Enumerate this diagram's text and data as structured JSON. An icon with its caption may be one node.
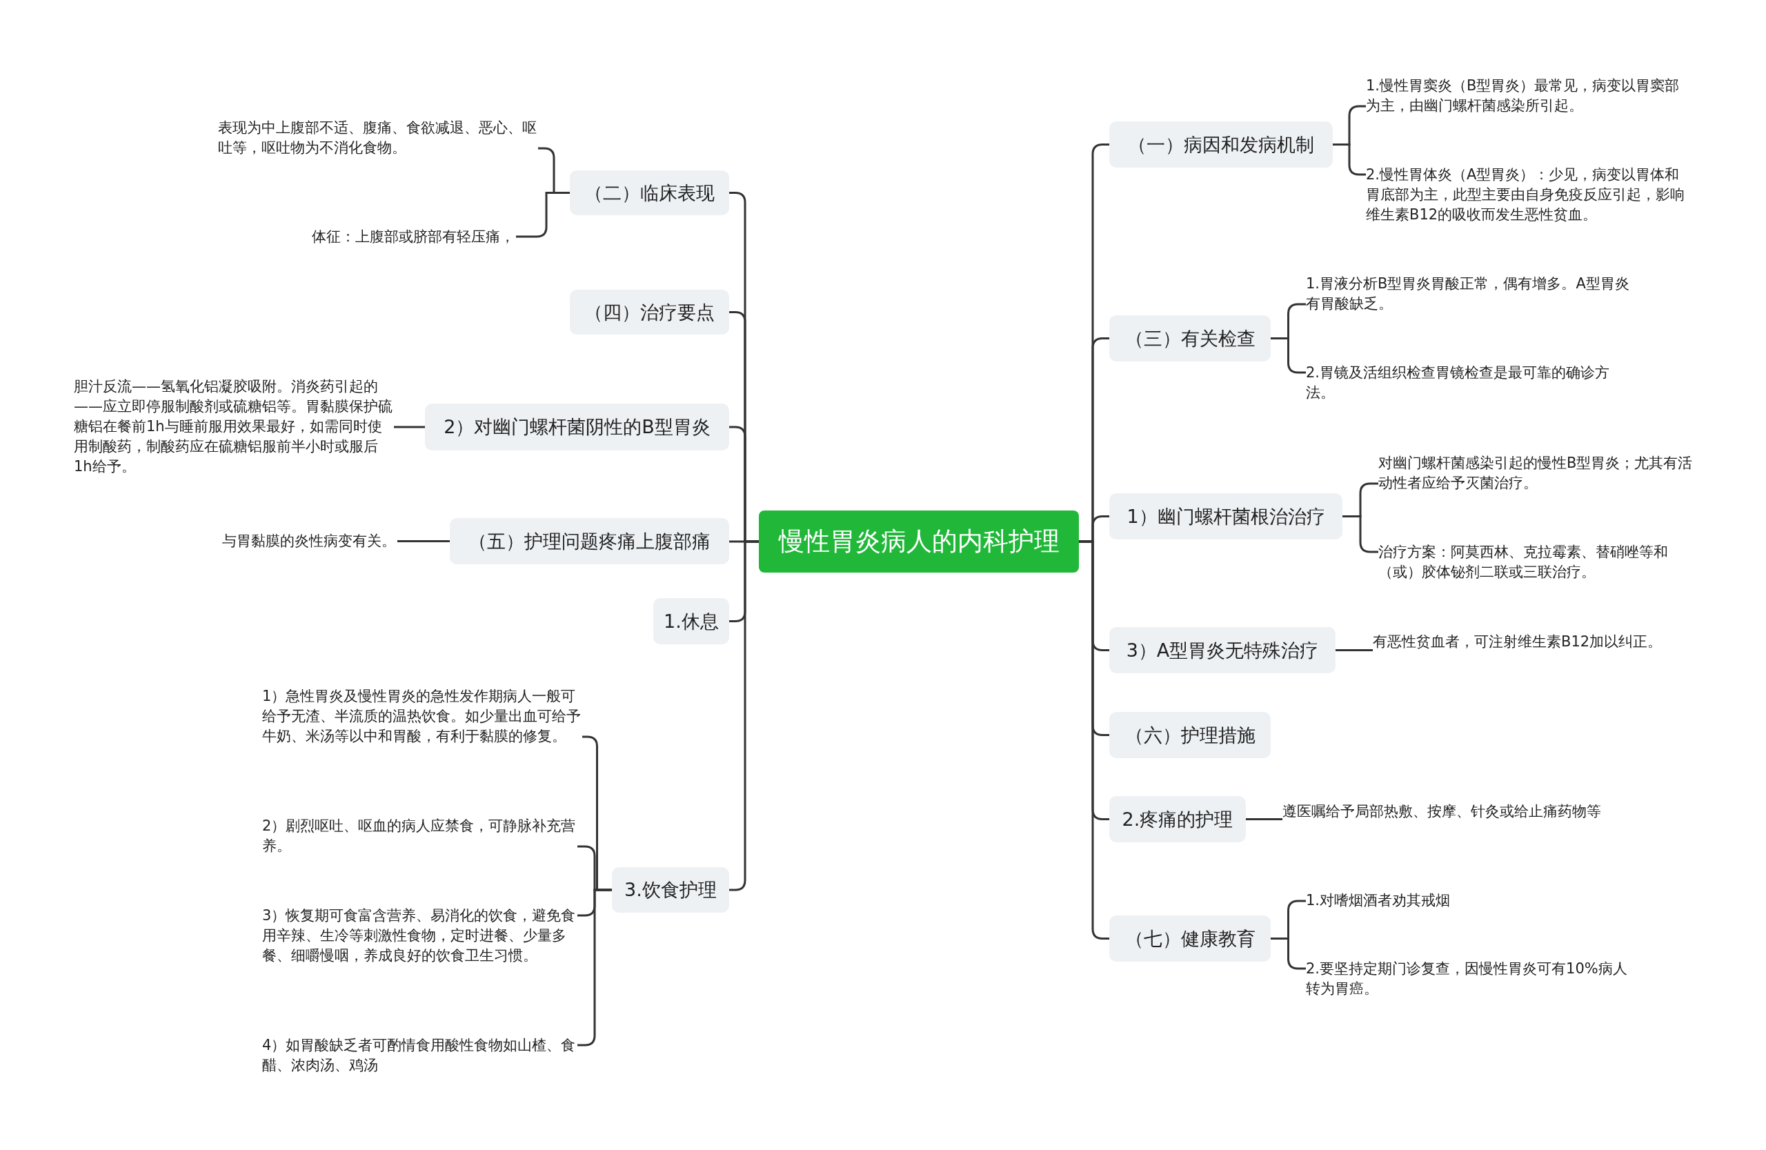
{
  "diagram": {
    "nodes": [
      {
        "text": [
          "慢性胃炎病人的内科护理"
        ]
      },
      {
        "text": [
          "（二）临床表现"
        ]
      },
      {
        "text": [
          "（四）治疗要点"
        ]
      },
      {
        "text": [
          "2）对幽门螺杆菌阴性的B型胃炎"
        ]
      },
      {
        "text": [
          "（五）护理问题疼痛上腹部痛"
        ]
      },
      {
        "text": [
          "1.休息"
        ]
      },
      {
        "text": [
          "3.饮食护理"
        ]
      },
      {
        "text": [
          "（一）病因和发病机制"
        ]
      },
      {
        "text": [
          "（三）有关检查"
        ]
      },
      {
        "text": [
          "1）幽门螺杆菌根治治疗"
        ]
      },
      {
        "text": [
          "3）A型胃炎无特殊治疗"
        ]
      },
      {
        "text": [
          "（六）护理措施"
        ]
      },
      {
        "text": [
          "2.疼痛的护理"
        ]
      },
      {
        "text": [
          "（七）健康教育"
        ]
      },
      {
        "text": [
          "表现为中上腹部不适、腹痛、食欲减退、恶心、呕吐等，呕吐物为不消化食物。"
        ]
      },
      {
        "text": [
          "体征：上腹部或脐部有轻压痛，"
        ]
      },
      {
        "text": [
          "胆汁反流——氢氧化铝凝胶吸附。消炎药引起的——应立即停服制酸剂或硫糖铝等。胃黏膜保护硫糖铝在餐前1h与睡前服用效果最好，如需同时使用制酸药，制酸药应在硫糖铝服前半小时或服后1h给予。"
        ]
      },
      {
        "text": [
          "与胃黏膜的炎性病变有关。"
        ]
      },
      {
        "text": [
          "1）急性胃炎及慢性胃炎的急性发作期病人一般可给予无渣、半流质的温热饮食。如少量出血可给予牛奶、米汤等以中和胃酸，有利于黏膜的修复。"
        ]
      },
      {
        "text": [
          "2）剧烈呕吐、呕血的病人应禁食，可静脉补充营养。"
        ]
      },
      {
        "text": [
          "3）恢复期可食富含营养、易消化的饮食，避免食用辛辣、生冷等刺激性食物，定时进餐、少量多餐、细嚼慢咽，养成良好的饮食卫生习惯。"
        ]
      },
      {
        "text": [
          "4）如胃酸缺乏者可酌情食用酸性食物如山楂、食醋、浓肉汤、鸡汤"
        ]
      },
      {
        "text": [
          "1.慢性胃窦炎（B型胃炎）最常见，病变以胃窦部为主，由幽门螺杆菌感染所引起。"
        ]
      },
      {
        "text": [
          "2.慢性胃体炎（A型胃炎）：少见，病变以胃体和胃底部为主，此型主要由自身免疫反应引起，影响维生素B12的吸收而发生恶性贫血。"
        ]
      },
      {
        "text": [
          "1.胃液分析B型胃炎胃酸正常，偶有增多。A型胃炎有胃酸缺乏。"
        ]
      },
      {
        "text": [
          "2.胃镜及活组织检查胃镜检查是最可靠的确诊方法。"
        ]
      },
      {
        "text": [
          "对幽门螺杆菌感染引起的慢性B型胃炎；尤其有活动性者应给予灭菌治疗。"
        ]
      },
      {
        "text": [
          "治疗方案：阿莫西林、克拉霉素、替硝唑等和（或）胶体铋剂二联或三联治疗。"
        ]
      },
      {
        "text": [
          "有恶性贫血者，可注射维生素B12加以纠正。"
        ]
      },
      {
        "text": [
          "遵医嘱给予局部热敷、按摩、针灸或给止痛药物等"
        ]
      },
      {
        "text": [
          "1.对嗜烟酒者劝其戒烟"
        ]
      },
      {
        "text": [
          "2.要坚持定期门诊复查，因慢性胃炎可有10%病人转为胃癌。"
        ]
      }
    ],
    "edges": [
      {
        "from": 0,
        "to": 1,
        "arrow": "none"
      },
      {
        "from": 0,
        "to": 2,
        "arrow": "none"
      },
      {
        "from": 0,
        "to": 3,
        "arrow": "none"
      },
      {
        "from": 0,
        "to": 4,
        "arrow": "none"
      },
      {
        "from": 0,
        "to": 5,
        "arrow": "none"
      },
      {
        "from": 0,
        "to": 6,
        "arrow": "none"
      },
      {
        "from": 0,
        "to": 7,
        "arrow": "none"
      },
      {
        "from": 0,
        "to": 8,
        "arrow": "none"
      },
      {
        "from": 0,
        "to": 9,
        "arrow": "none"
      },
      {
        "from": 0,
        "to": 10,
        "arrow": "none"
      },
      {
        "from": 0,
        "to": 11,
        "arrow": "none"
      },
      {
        "from": 0,
        "to": 12,
        "arrow": "none"
      },
      {
        "from": 0,
        "to": 13,
        "arrow": "none"
      },
      {
        "from": 1,
        "to": 14,
        "arrow": "none"
      },
      {
        "from": 1,
        "to": 15,
        "arrow": "none"
      },
      {
        "from": 3,
        "to": 16,
        "arrow": "none"
      },
      {
        "from": 4,
        "to": 17,
        "arrow": "none"
      },
      {
        "from": 6,
        "to": 18,
        "arrow": "none"
      },
      {
        "from": 6,
        "to": 19,
        "arrow": "none"
      },
      {
        "from": 6,
        "to": 20,
        "arrow": "none"
      },
      {
        "from": 6,
        "to": 21,
        "arrow": "none"
      },
      {
        "from": 7,
        "to": 22,
        "arrow": "none"
      },
      {
        "from": 7,
        "to": 23,
        "arrow": "none"
      },
      {
        "from": 8,
        "to": 24,
        "arrow": "none"
      },
      {
        "from": 8,
        "to": 25,
        "arrow": "none"
      },
      {
        "from": 9,
        "to": 26,
        "arrow": "none"
      },
      {
        "from": 9,
        "to": 27,
        "arrow": "none"
      },
      {
        "from": 10,
        "to": 28,
        "arrow": "none"
      },
      {
        "from": 12,
        "to": 29,
        "arrow": "none"
      },
      {
        "from": 13,
        "to": 30,
        "arrow": "none"
      },
      {
        "from": 13,
        "to": 31,
        "arrow": "none"
      }
    ]
  }
}
